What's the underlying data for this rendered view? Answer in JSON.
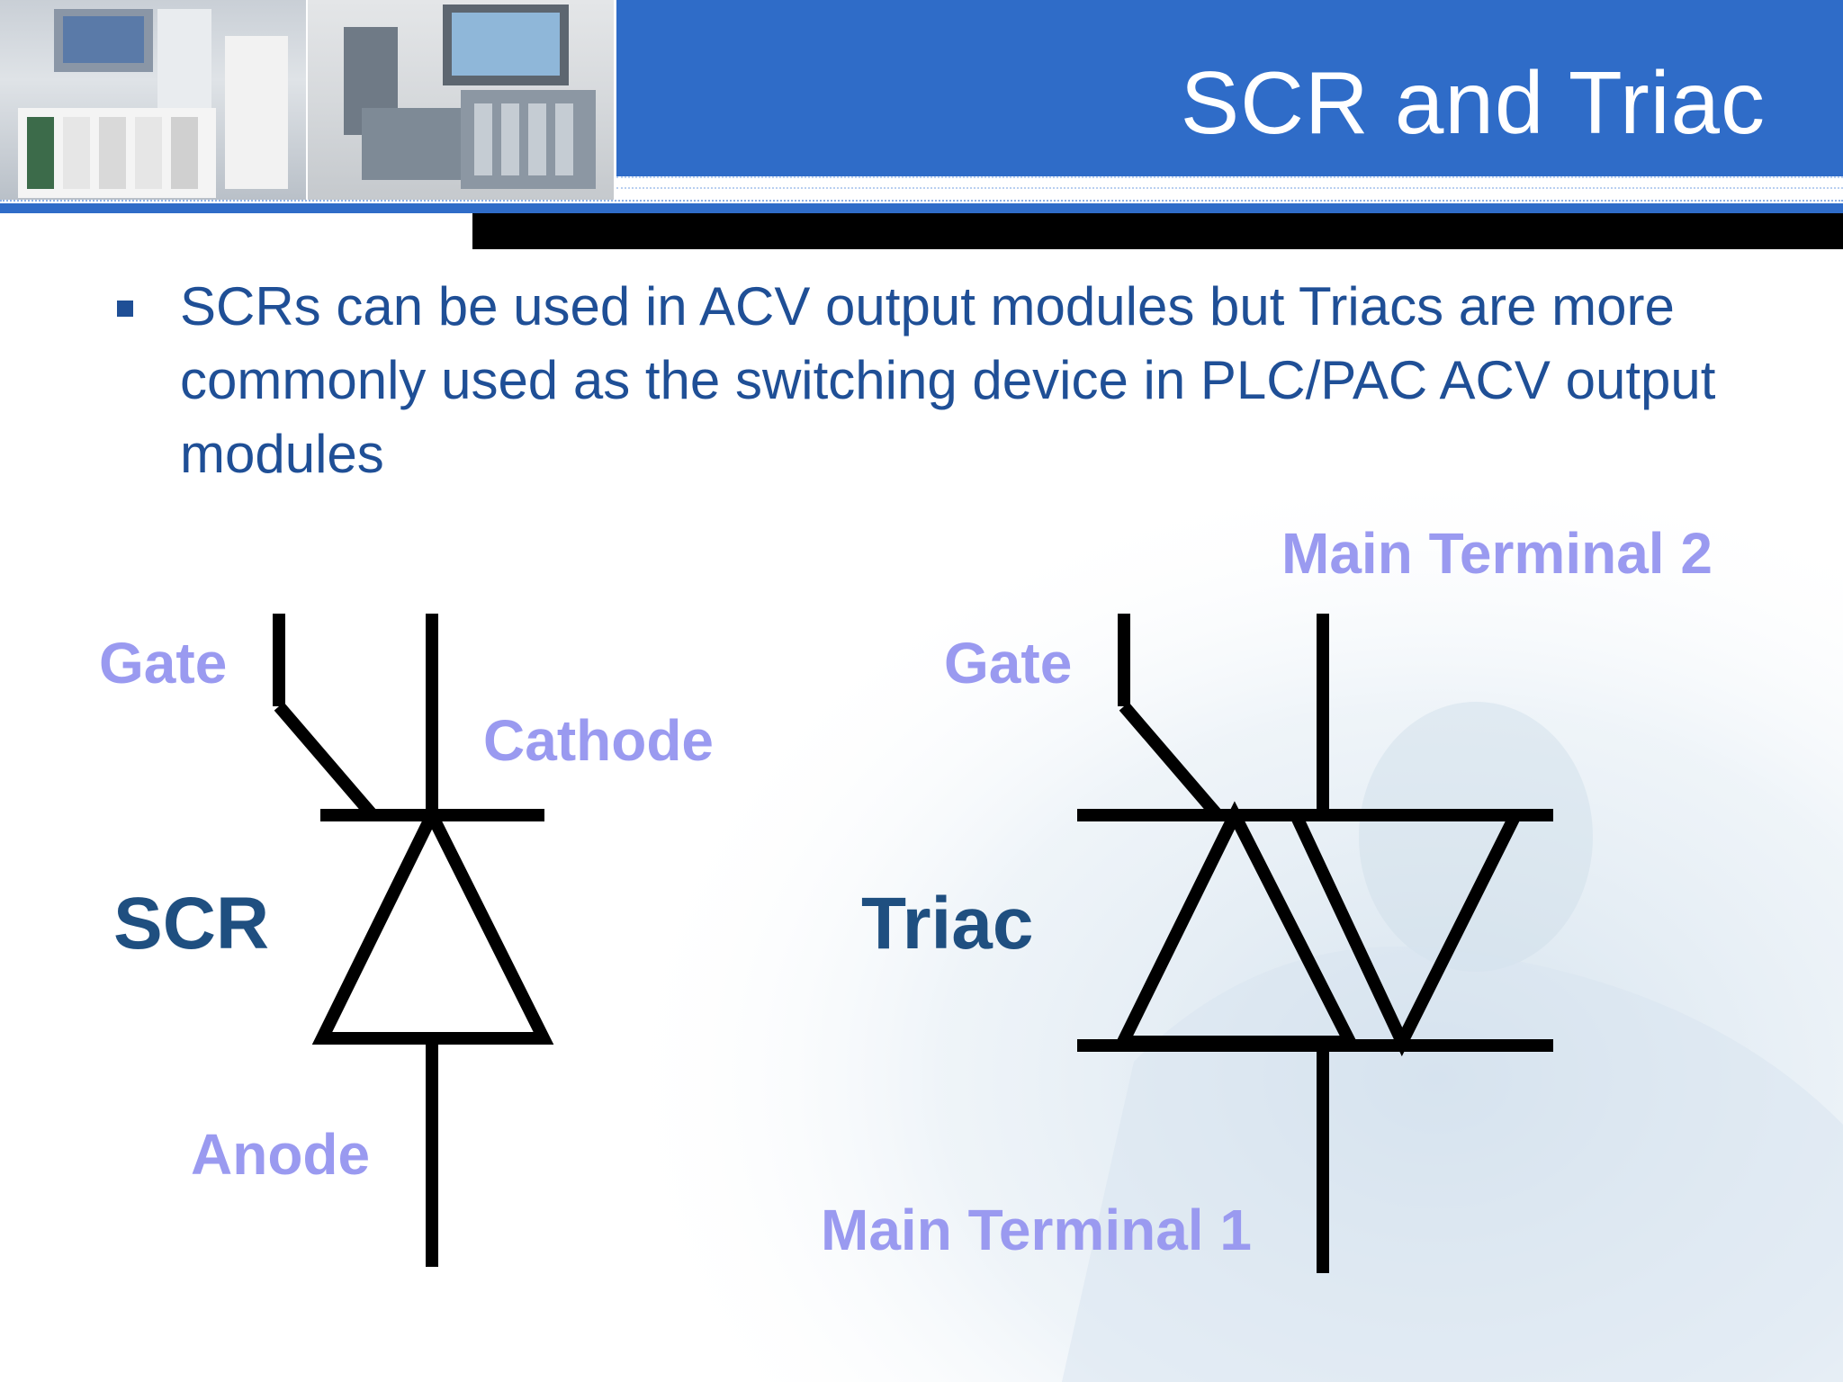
{
  "header": {
    "title": "SCR and Triac",
    "accent_color": "#2f6cc8"
  },
  "bullets": [
    "SCRs can be used in ACV output modules but Triacs are more commonly used as the switching device in PLC/PAC ACV output modules"
  ],
  "scr": {
    "name": "SCR",
    "gate_label": "Gate",
    "cathode_label": "Cathode",
    "anode_label": "Anode"
  },
  "triac": {
    "name": "Triac",
    "gate_label": "Gate",
    "mt2_label": "Main Terminal 2",
    "mt1_label": "Main Terminal 1"
  },
  "colors": {
    "label_color": "#9a9af0",
    "device_name_color": "#1f4f80",
    "body_text_color": "#1f4f96"
  }
}
